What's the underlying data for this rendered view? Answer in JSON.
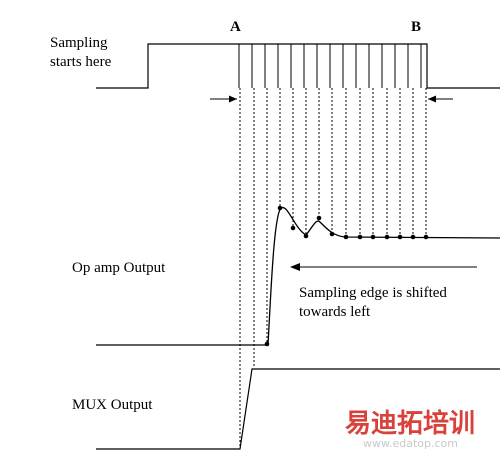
{
  "labels": {
    "sampling_line1": "Sampling",
    "sampling_line2": "starts here",
    "marker_a": "A",
    "marker_b": "B",
    "opamp": "Op amp Output",
    "note_line1": "Sampling edge is shifted",
    "note_line2": "towards left",
    "mux": "MUX Output"
  },
  "watermark": {
    "brand": "易迪拓培训",
    "url": "www.edatop.com"
  },
  "colors": {
    "ink": "#000000",
    "watermark": "#d9413b"
  }
}
